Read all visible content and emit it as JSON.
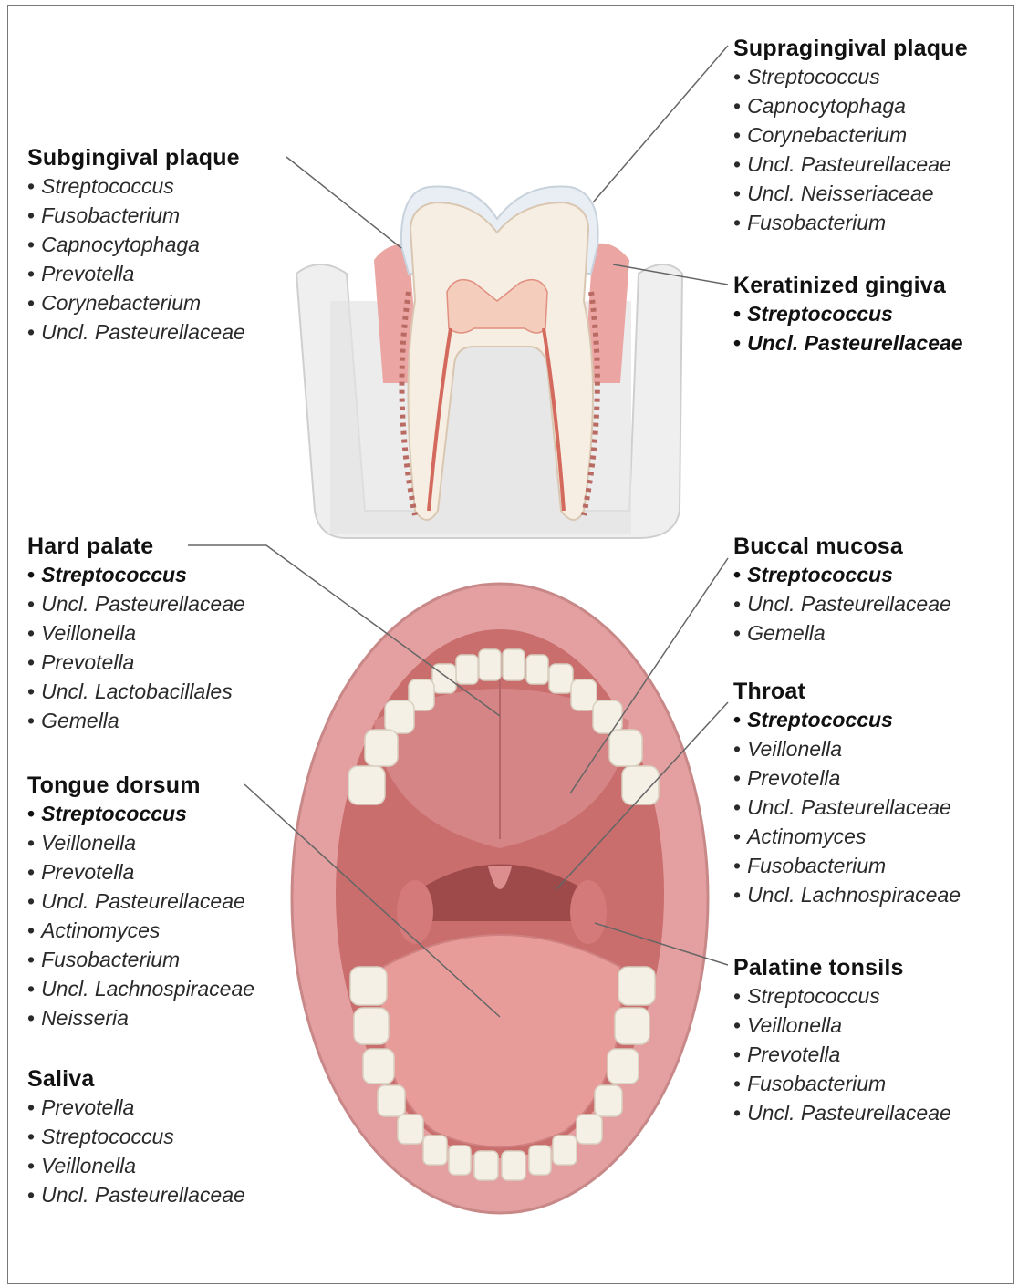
{
  "regions": {
    "subgingival": {
      "heading": "Subgingival plaque",
      "items": [
        {
          "text": "Streptococcus",
          "bold": false
        },
        {
          "text": "Fusobacterium",
          "bold": false
        },
        {
          "text": "Capnocytophaga",
          "bold": false
        },
        {
          "text": "Prevotella",
          "bold": false
        },
        {
          "text": "Corynebacterium",
          "bold": false
        },
        {
          "text": "Uncl. Pasteurellaceae",
          "bold": false
        }
      ]
    },
    "supragingival": {
      "heading": "Supragingival plaque",
      "items": [
        {
          "text": "Streptococcus",
          "bold": false
        },
        {
          "text": "Capnocytophaga",
          "bold": false
        },
        {
          "text": "Corynebacterium",
          "bold": false
        },
        {
          "text": "Uncl. Pasteurellaceae",
          "bold": false
        },
        {
          "text": "Uncl. Neisseriaceae",
          "bold": false
        },
        {
          "text": "Fusobacterium",
          "bold": false
        }
      ]
    },
    "keratinized": {
      "heading": "Keratinized gingiva",
      "items": [
        {
          "text": "Streptococcus",
          "bold": true
        },
        {
          "text": "Uncl. Pasteurellaceae",
          "bold": true
        }
      ]
    },
    "hard_palate": {
      "heading": "Hard palate",
      "items": [
        {
          "text": "Streptococcus",
          "bold": true
        },
        {
          "text": "Uncl. Pasteurellaceae",
          "bold": false
        },
        {
          "text": "Veillonella",
          "bold": false
        },
        {
          "text": "Prevotella",
          "bold": false
        },
        {
          "text": "Uncl. Lactobacillales",
          "bold": false
        },
        {
          "text": "Gemella",
          "bold": false
        }
      ]
    },
    "buccal": {
      "heading": "Buccal mucosa",
      "items": [
        {
          "text": "Streptococcus",
          "bold": true
        },
        {
          "text": "Uncl. Pasteurellaceae",
          "bold": false
        },
        {
          "text": "Gemella",
          "bold": false
        }
      ]
    },
    "throat": {
      "heading": "Throat",
      "items": [
        {
          "text": "Streptococcus",
          "bold": true
        },
        {
          "text": "Veillonella",
          "bold": false
        },
        {
          "text": "Prevotella",
          "bold": false
        },
        {
          "text": "Uncl. Pasteurellaceae",
          "bold": false
        },
        {
          "text": "Actinomyces",
          "bold": false
        },
        {
          "text": "Fusobacterium",
          "bold": false
        },
        {
          "text": "Uncl. Lachnospiraceae",
          "bold": false
        }
      ]
    },
    "tongue": {
      "heading": "Tongue dorsum",
      "items": [
        {
          "text": "Streptococcus",
          "bold": true
        },
        {
          "text": "Veillonella",
          "bold": false
        },
        {
          "text": "Prevotella",
          "bold": false
        },
        {
          "text": "Uncl. Pasteurellaceae",
          "bold": false
        },
        {
          "text": "Actinomyces",
          "bold": false
        },
        {
          "text": "Fusobacterium",
          "bold": false
        },
        {
          "text": "Uncl. Lachnospiraceae",
          "bold": false
        },
        {
          "text": "Neisseria",
          "bold": false
        }
      ]
    },
    "tonsils": {
      "heading": "Palatine tonsils",
      "items": [
        {
          "text": "Streptococcus",
          "bold": false
        },
        {
          "text": "Veillonella",
          "bold": false
        },
        {
          "text": "Prevotella",
          "bold": false
        },
        {
          "text": "Fusobacterium",
          "bold": false
        },
        {
          "text": "Uncl. Pasteurellaceae",
          "bold": false
        }
      ]
    },
    "saliva": {
      "heading": "Saliva",
      "items": [
        {
          "text": "Prevotella",
          "bold": false
        },
        {
          "text": "Streptococcus",
          "bold": false
        },
        {
          "text": "Veillonella",
          "bold": false
        },
        {
          "text": "Uncl. Pasteurellaceae",
          "bold": false
        }
      ]
    }
  },
  "colors": {
    "gum": "#e9a7a4",
    "enamel": "#e6ecf2",
    "dentin": "#f6ede0",
    "bone": "#ececec",
    "lip": "#d98686",
    "mouth": "#c96b6b",
    "tongue": "#e69a98",
    "leader": "#666666"
  }
}
